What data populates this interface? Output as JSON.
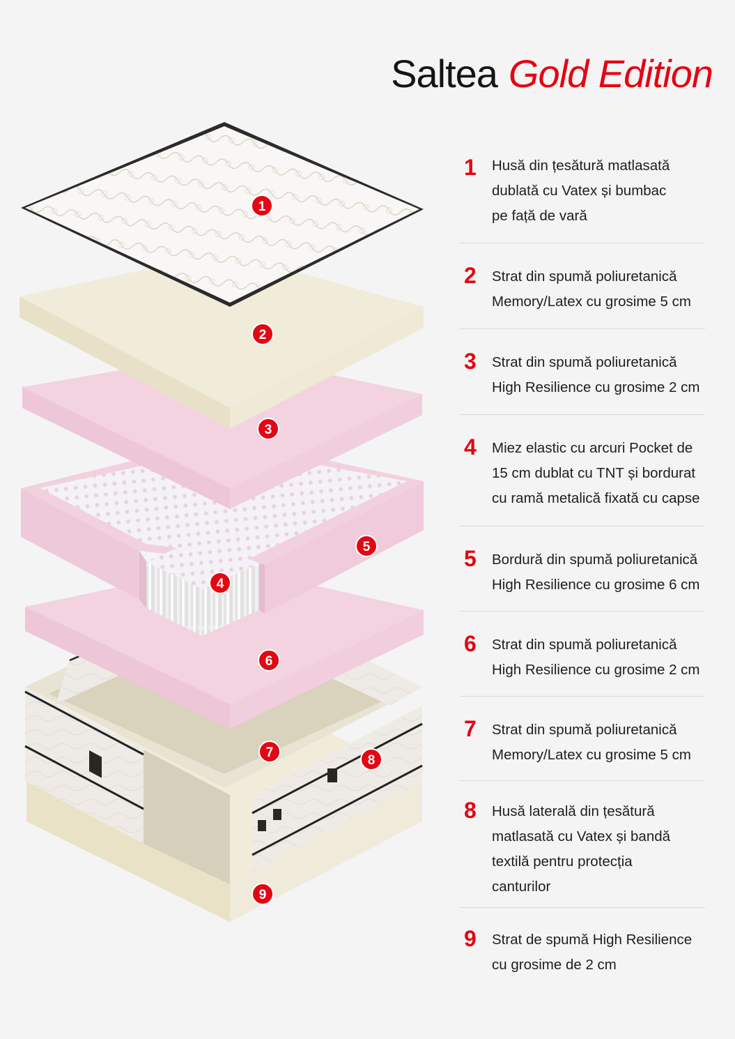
{
  "title": {
    "main": "Saltea",
    "accent": "Gold Edition"
  },
  "colors": {
    "accent": "#e30613",
    "text": "#1e1e1e",
    "cover": "#f7f5f2",
    "memory_foam": "#f1ecd9",
    "pink_foam": "#f3d3e0",
    "border_foam": "#efcbdb",
    "base_fabric": "#ece9e4"
  },
  "layers": [
    {
      "number": "1",
      "marker_icon": "number-marker-icon",
      "description": "Husă din țesătură matlasată dublată cu Vatex și bumbac pe față de vară"
    },
    {
      "number": "2",
      "marker_icon": "number-marker-icon",
      "description": "Strat din spumă poliuretanică Memory/Latex cu grosime 5 cm"
    },
    {
      "number": "3",
      "marker_icon": "number-marker-icon",
      "description": "Strat din spumă poliuretanică High Resilience cu grosime 2 cm"
    },
    {
      "number": "4",
      "marker_icon": "number-marker-icon",
      "description": "Miez elastic cu arcuri Pocket de 15 cm dublat cu TNT și bordurat cu ramă metalică fixată cu capse"
    },
    {
      "number": "5",
      "marker_icon": "number-marker-icon",
      "description": "Bordură din spumă poliuretanică High Resilience cu grosime 6 cm"
    },
    {
      "number": "6",
      "marker_icon": "number-marker-icon",
      "description": "Strat din spumă poliuretanică High Resilience cu grosime 2 cm"
    },
    {
      "number": "7",
      "marker_icon": "number-marker-icon",
      "description": "Strat din spumă poliuretanică Memory/Latex cu grosime 5 cm"
    },
    {
      "number": "8",
      "marker_icon": "number-marker-icon",
      "description": "Husă laterală din țesătură matlasată cu Vatex și bandă textilă pentru protecția canturilor"
    },
    {
      "number": "9",
      "marker_icon": "number-marker-icon",
      "description": "Strat de spumă High Resilience cu grosime de 2 cm"
    }
  ]
}
